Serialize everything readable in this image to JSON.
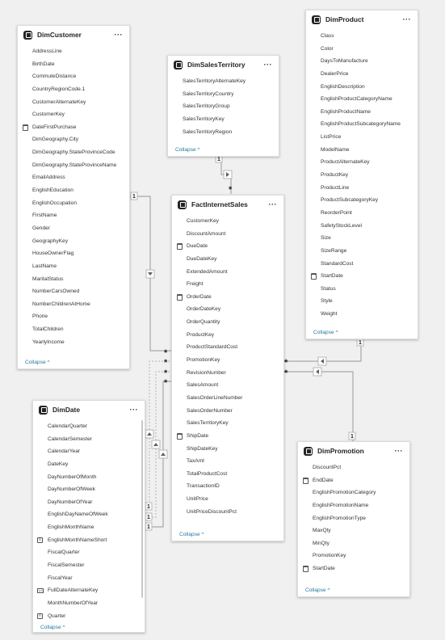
{
  "tables": {
    "dim_customer": {
      "title": "DimCustomer",
      "more": "···",
      "collapse": "Collapse ^",
      "fields": [
        {
          "name": "AddressLine",
          "icon": ""
        },
        {
          "name": "BirthDate",
          "icon": ""
        },
        {
          "name": "CommuteDistance",
          "icon": ""
        },
        {
          "name": "CountryRegionCode.1",
          "icon": ""
        },
        {
          "name": "CustomerAlternateKey",
          "icon": ""
        },
        {
          "name": "CustomerKey",
          "icon": ""
        },
        {
          "name": "DateFirstPurchase",
          "icon": "calendar-icon"
        },
        {
          "name": "DimGeography.City",
          "icon": ""
        },
        {
          "name": "DimGeography.StateProvinceCode",
          "icon": ""
        },
        {
          "name": "DimGeography.StateProvinceName",
          "icon": ""
        },
        {
          "name": "EmailAddress",
          "icon": ""
        },
        {
          "name": "EnglishEducation",
          "icon": ""
        },
        {
          "name": "EnglishOccupation",
          "icon": ""
        },
        {
          "name": "FirstName",
          "icon": ""
        },
        {
          "name": "Gender",
          "icon": ""
        },
        {
          "name": "GeographyKey",
          "icon": ""
        },
        {
          "name": "HouseOwnerFlag",
          "icon": ""
        },
        {
          "name": "LastName",
          "icon": ""
        },
        {
          "name": "MaritalStatus",
          "icon": ""
        },
        {
          "name": "NumberCarsOwned",
          "icon": ""
        },
        {
          "name": "NumberChildrenAtHome",
          "icon": ""
        },
        {
          "name": "Phone",
          "icon": ""
        },
        {
          "name": "TotalChildren",
          "icon": ""
        },
        {
          "name": "YearlyIncome",
          "icon": ""
        }
      ]
    },
    "dim_sales_territory": {
      "title": "DimSalesTerritory",
      "more": "···",
      "collapse": "Collapse ^",
      "fields": [
        {
          "name": "SalesTerritoryAlternateKey",
          "icon": ""
        },
        {
          "name": "SalesTerritoryCountry",
          "icon": ""
        },
        {
          "name": "SalesTerritoryGroup",
          "icon": ""
        },
        {
          "name": "SalesTerritoryKey",
          "icon": ""
        },
        {
          "name": "SalesTerritoryRegion",
          "icon": ""
        }
      ]
    },
    "fact_internet_sales": {
      "title": "FactInternetSales",
      "more": "···",
      "collapse": "Collapse ^",
      "fields": [
        {
          "name": "CustomerKey",
          "icon": ""
        },
        {
          "name": "DiscountAmount",
          "icon": ""
        },
        {
          "name": "DueDate",
          "icon": "calendar-icon"
        },
        {
          "name": "DueDateKey",
          "icon": ""
        },
        {
          "name": "ExtendedAmount",
          "icon": ""
        },
        {
          "name": "Freight",
          "icon": ""
        },
        {
          "name": "OrderDate",
          "icon": "calendar-icon"
        },
        {
          "name": "OrderDateKey",
          "icon": ""
        },
        {
          "name": "OrderQuantity",
          "icon": ""
        },
        {
          "name": "ProductKey",
          "icon": ""
        },
        {
          "name": "ProductStandardCost",
          "icon": ""
        },
        {
          "name": "PromotionKey",
          "icon": ""
        },
        {
          "name": "RevisionNumber",
          "icon": ""
        },
        {
          "name": "SalesAmount",
          "icon": ""
        },
        {
          "name": "SalesOrderLineNumber",
          "icon": ""
        },
        {
          "name": "SalesOrderNumber",
          "icon": ""
        },
        {
          "name": "SalesTerritoryKey",
          "icon": ""
        },
        {
          "name": "ShipDate",
          "icon": "calendar-icon"
        },
        {
          "name": "ShipDateKey",
          "icon": ""
        },
        {
          "name": "TaxAmt",
          "icon": ""
        },
        {
          "name": "TotalProductCost",
          "icon": ""
        },
        {
          "name": "TransactionID",
          "icon": ""
        },
        {
          "name": "UnitPrice",
          "icon": ""
        },
        {
          "name": "UnitPriceDiscountPct",
          "icon": ""
        }
      ]
    },
    "dim_product": {
      "title": "DimProduct",
      "more": "···",
      "collapse": "Collapse ^",
      "fields": [
        {
          "name": "Class",
          "icon": ""
        },
        {
          "name": "Color",
          "icon": ""
        },
        {
          "name": "DaysToManufacture",
          "icon": ""
        },
        {
          "name": "DealerPrice",
          "icon": ""
        },
        {
          "name": "EnglishDescription",
          "icon": ""
        },
        {
          "name": "EnglishProductCategoryName",
          "icon": ""
        },
        {
          "name": "EnglishProductName",
          "icon": ""
        },
        {
          "name": "EnglishProductSubcategoryName",
          "icon": ""
        },
        {
          "name": "ListPrice",
          "icon": ""
        },
        {
          "name": "ModelName",
          "icon": ""
        },
        {
          "name": "ProductAlternateKey",
          "icon": ""
        },
        {
          "name": "ProductKey",
          "icon": ""
        },
        {
          "name": "ProductLine",
          "icon": ""
        },
        {
          "name": "ProductSubcategoryKey",
          "icon": ""
        },
        {
          "name": "ReorderPoint",
          "icon": ""
        },
        {
          "name": "SafetyStockLevel",
          "icon": ""
        },
        {
          "name": "Size",
          "icon": ""
        },
        {
          "name": "SizeRange",
          "icon": ""
        },
        {
          "name": "StandardCost",
          "icon": ""
        },
        {
          "name": "StartDate",
          "icon": "calendar-icon"
        },
        {
          "name": "Status",
          "icon": ""
        },
        {
          "name": "Style",
          "icon": ""
        },
        {
          "name": "Weight",
          "icon": ""
        }
      ]
    },
    "dim_date": {
      "title": "DimDate",
      "more": "···",
      "collapse": "Collapse ^",
      "fields": [
        {
          "name": "CalendarQuarter",
          "icon": ""
        },
        {
          "name": "CalendarSemester",
          "icon": ""
        },
        {
          "name": "CalendarYear",
          "icon": ""
        },
        {
          "name": "DateKey",
          "icon": ""
        },
        {
          "name": "DayNumberOfMonth",
          "icon": ""
        },
        {
          "name": "DayNumberOfWeek",
          "icon": ""
        },
        {
          "name": "DayNumberOfYear",
          "icon": ""
        },
        {
          "name": "EnglishDayNameOfWeek",
          "icon": ""
        },
        {
          "name": "EnglishMonthName",
          "icon": ""
        },
        {
          "name": "EnglishMonthNameShort",
          "icon": "hierarchy-icon"
        },
        {
          "name": "FiscalQuarter",
          "icon": ""
        },
        {
          "name": "FiscalSemester",
          "icon": ""
        },
        {
          "name": "FiscalYear",
          "icon": ""
        },
        {
          "name": "FullDateAlternateKey",
          "icon": "number-icon"
        },
        {
          "name": "MonthNumberOfYear",
          "icon": ""
        },
        {
          "name": "Quarter",
          "icon": "hierarchy-icon"
        }
      ]
    },
    "dim_promotion": {
      "title": "DimPromotion",
      "more": "···",
      "collapse": "Collapse ^",
      "fields": [
        {
          "name": "DiscountPct",
          "icon": ""
        },
        {
          "name": "EndDate",
          "icon": "calendar-icon"
        },
        {
          "name": "EnglishPromotionCategory",
          "icon": ""
        },
        {
          "name": "EnglishPromotionName",
          "icon": ""
        },
        {
          "name": "EnglishPromotionType",
          "icon": ""
        },
        {
          "name": "MaxQty",
          "icon": ""
        },
        {
          "name": "MinQty",
          "icon": ""
        },
        {
          "name": "PromotionKey",
          "icon": ""
        },
        {
          "name": "StartDate",
          "icon": "calendar-icon"
        }
      ]
    }
  },
  "relationships": {
    "one_label": "1",
    "many_label": "*",
    "line_color": "#a0a0a0"
  }
}
